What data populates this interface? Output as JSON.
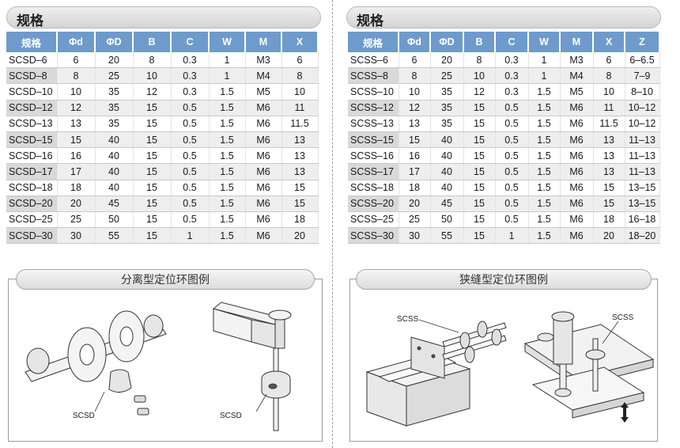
{
  "left": {
    "header": "规格",
    "columns": [
      "规格",
      "Φd",
      "ΦD",
      "B",
      "C",
      "W",
      "M",
      "X"
    ],
    "rows": [
      [
        "SCSD–6",
        "6",
        "20",
        "8",
        "0.3",
        "1",
        "M3",
        "6"
      ],
      [
        "SCSD–8",
        "8",
        "25",
        "10",
        "0.3",
        "1",
        "M4",
        "8"
      ],
      [
        "SCSD–10",
        "10",
        "35",
        "12",
        "0.3",
        "1.5",
        "M5",
        "10"
      ],
      [
        "SCSD–12",
        "12",
        "35",
        "15",
        "0.5",
        "1.5",
        "M6",
        "11"
      ],
      [
        "SCSD–13",
        "13",
        "35",
        "15",
        "0.5",
        "1.5",
        "M6",
        "11.5"
      ],
      [
        "SCSD–15",
        "15",
        "40",
        "15",
        "0.5",
        "1.5",
        "M6",
        "13"
      ],
      [
        "SCSD–16",
        "16",
        "40",
        "15",
        "0.5",
        "1.5",
        "M6",
        "13"
      ],
      [
        "SCSD–17",
        "17",
        "40",
        "15",
        "0.5",
        "1.5",
        "M6",
        "13"
      ],
      [
        "SCSD–18",
        "18",
        "40",
        "15",
        "0.5",
        "1.5",
        "M6",
        "15"
      ],
      [
        "SCSD–20",
        "20",
        "45",
        "15",
        "0.5",
        "1.5",
        "M6",
        "15"
      ],
      [
        "SCSD–25",
        "25",
        "50",
        "15",
        "0.5",
        "1.5",
        "M6",
        "18"
      ],
      [
        "SCSD–30",
        "30",
        "55",
        "15",
        "1",
        "1.5",
        "M6",
        "20"
      ]
    ],
    "diagram_title": "分离型定位环图例",
    "diagram_label_1": "SCSD",
    "diagram_label_2": "SCSD"
  },
  "right": {
    "header": "规格",
    "columns": [
      "规格",
      "Φd",
      "ΦD",
      "B",
      "C",
      "W",
      "M",
      "X",
      "Z"
    ],
    "rows": [
      [
        "SCSS–6",
        "6",
        "20",
        "8",
        "0.3",
        "1",
        "M3",
        "6",
        "6–6.5"
      ],
      [
        "SCSS–8",
        "8",
        "25",
        "10",
        "0.3",
        "1",
        "M4",
        "8",
        "7–9"
      ],
      [
        "SCSS–10",
        "10",
        "35",
        "12",
        "0.3",
        "1.5",
        "M5",
        "10",
        "8–10"
      ],
      [
        "SCSS–12",
        "12",
        "35",
        "15",
        "0.5",
        "1.5",
        "M6",
        "11",
        "10–12"
      ],
      [
        "SCSS–13",
        "13",
        "35",
        "15",
        "0.5",
        "1.5",
        "M6",
        "11.5",
        "10–12"
      ],
      [
        "SCSS–15",
        "15",
        "40",
        "15",
        "0.5",
        "1.5",
        "M6",
        "13",
        "11–13"
      ],
      [
        "SCSS–16",
        "16",
        "40",
        "15",
        "0.5",
        "1.5",
        "M6",
        "13",
        "11–13"
      ],
      [
        "SCSS–17",
        "17",
        "40",
        "15",
        "0.5",
        "1.5",
        "M6",
        "13",
        "11–13"
      ],
      [
        "SCSS–18",
        "18",
        "40",
        "15",
        "0.5",
        "1.5",
        "M6",
        "15",
        "13–15"
      ],
      [
        "SCSS–20",
        "20",
        "45",
        "15",
        "0.5",
        "1.5",
        "M6",
        "15",
        "13–15"
      ],
      [
        "SCSS–25",
        "25",
        "50",
        "15",
        "0.5",
        "1.5",
        "M6",
        "18",
        "16–18"
      ],
      [
        "SCSS–30",
        "30",
        "55",
        "15",
        "1",
        "1.5",
        "M6",
        "20",
        "18–20"
      ]
    ],
    "diagram_title": "狭缝型定位环图例",
    "diagram_label_1": "SCSS",
    "diagram_label_2": "SCSS"
  }
}
